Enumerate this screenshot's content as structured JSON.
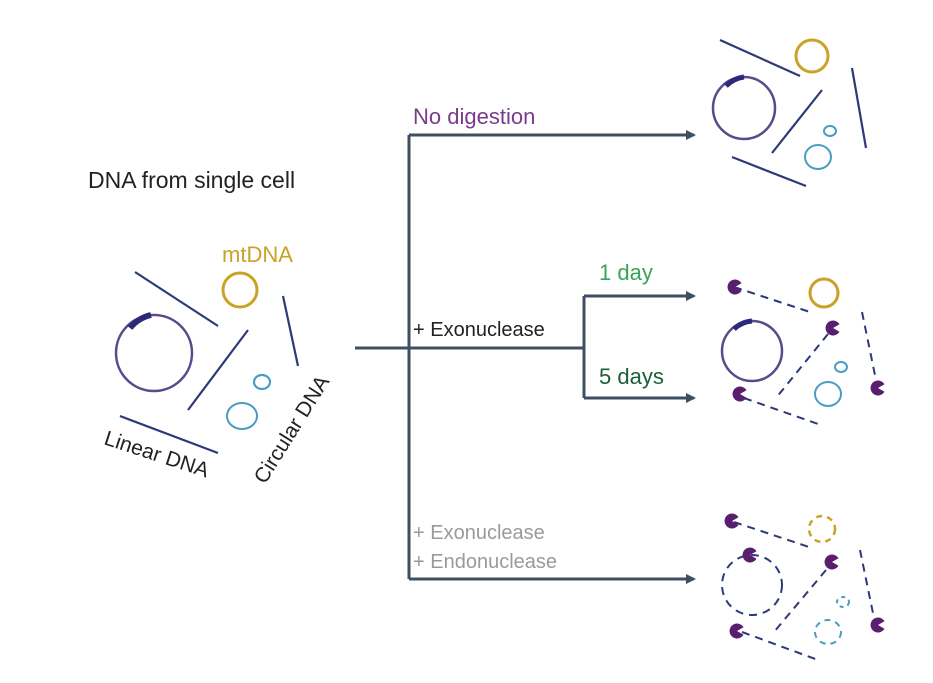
{
  "labels": {
    "source_title": "DNA from single cell",
    "mtdna": "mtDNA",
    "linear_dna": "Linear DNA",
    "circular_dna": "Circular DNA",
    "no_digestion": "No digestion",
    "exonuclease": "+ Exonuclease",
    "one_day": "1 day",
    "five_days": "5 days",
    "exo_line1": "+ Exonuclease",
    "exo_line2": "+ Endonuclease"
  },
  "colors": {
    "linear": "#2c3a78",
    "circular": "#5a4a8c",
    "circular_band": "#2c2a78",
    "mtdna": "#c9a227",
    "small_circle": "#4a9cc4",
    "arrow": "#3d4f60",
    "no_digestion_text": "#7a3b8a",
    "one_day_text": "#3aa35a",
    "five_days_text": "#1a5e3a",
    "grey_text": "#9a9a9a",
    "enzyme": "#5a1e6e",
    "body_text": "#222222"
  }
}
